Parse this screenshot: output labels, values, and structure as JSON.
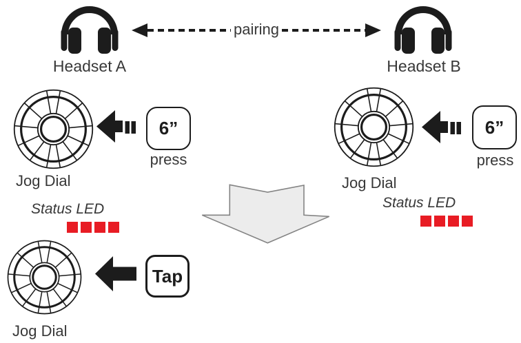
{
  "diagram": {
    "pairing_label": "pairing",
    "headset_a": {
      "name": "Headset A",
      "jog_dial": "Jog Dial",
      "status_led": "Status LED",
      "led_count": 4,
      "press_button": "6”",
      "press_caption": "press"
    },
    "headset_b": {
      "name": "Headset B",
      "jog_dial": "Jog Dial",
      "status_led": "Status LED",
      "led_count": 4,
      "press_button": "6”",
      "press_caption": "press"
    },
    "result_step": {
      "jog_dial": "Jog Dial",
      "tap_button": "Tap"
    },
    "colors": {
      "ink": "#1c1c1c",
      "label": "#383838",
      "led_red": "#e81c24",
      "big_arrow_fill": "#ececec",
      "big_arrow_stroke": "#838383"
    }
  }
}
